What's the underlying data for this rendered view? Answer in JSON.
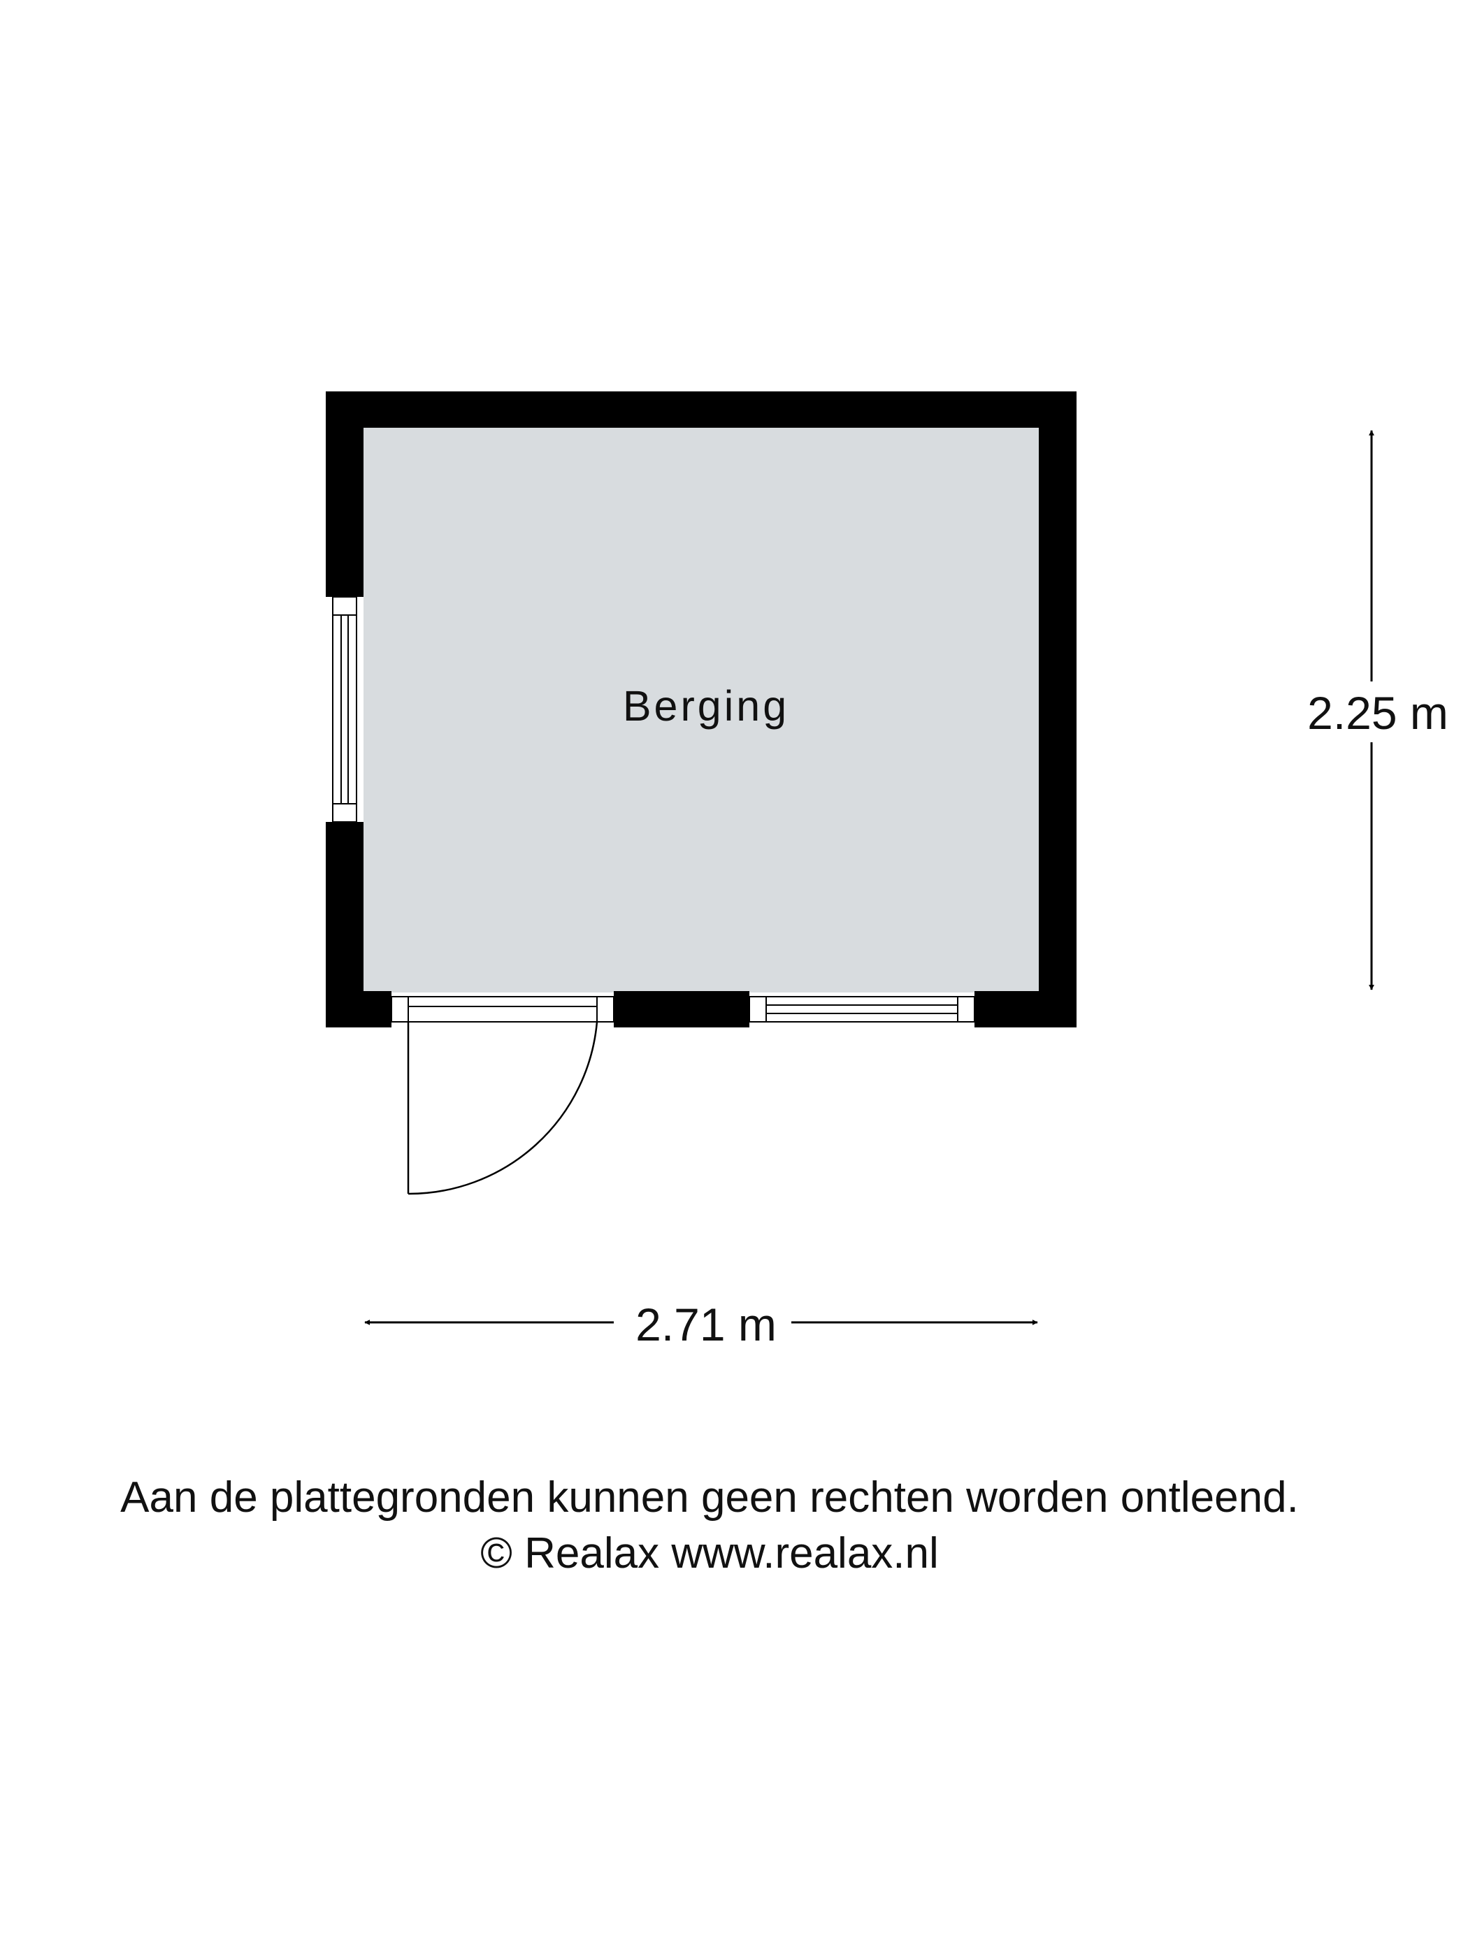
{
  "floorplan": {
    "room": {
      "name": "Berging",
      "floor_color": "#d8dcdf"
    },
    "wall_color": "#000000",
    "dimensions": {
      "width_label": "2.71 m",
      "height_label": "2.25 m"
    },
    "footer": {
      "disclaimer": "Aan de plattegronden kunnen geen rechten worden ontleend.",
      "credit": "© Realax www.realax.nl"
    }
  }
}
